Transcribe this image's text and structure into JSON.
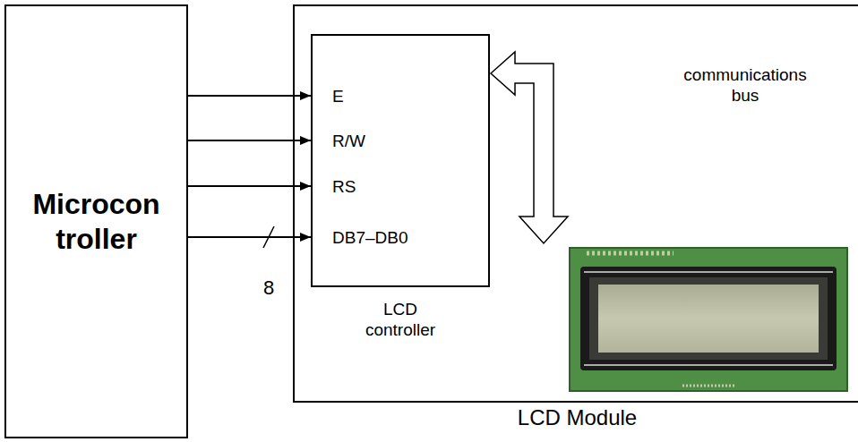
{
  "diagram": {
    "nodes": [
      {
        "text": [
          "Microcon troller"
        ]
      },
      {
        "text": [
          "LCD Module"
        ]
      },
      {
        "text": [
          "E",
          "R/W",
          "RS",
          "DB7–DB0",
          "LCD controller"
        ],
        "in": 1
      }
    ],
    "edges": [
      {
        "from": 0,
        "to": 2,
        "arrow": "to"
      },
      {
        "from": 0,
        "to": 2,
        "arrow": "to"
      },
      {
        "from": 0,
        "to": 2,
        "arrow": "to"
      },
      {
        "from": 0,
        "to": 2,
        "arrow": "to"
      }
    ],
    "labels": [
      "8",
      "communications bus"
    ]
  }
}
